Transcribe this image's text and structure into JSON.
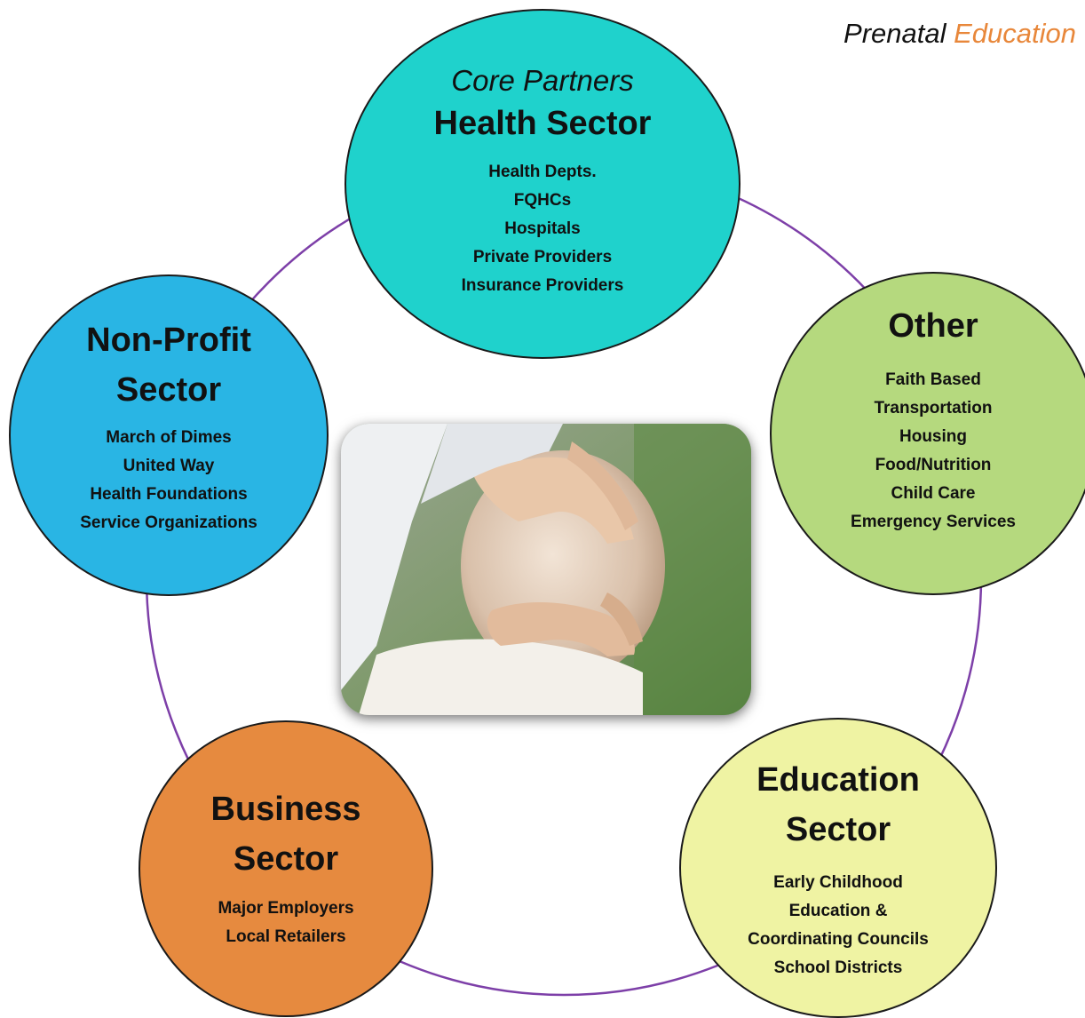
{
  "title": {
    "prefix": "Prenatal",
    "accent": "Education",
    "accent_color": "#e8873a"
  },
  "ring_color": "#7d3fa8",
  "nodes": {
    "health": {
      "superheading": "Core Partners",
      "heading": "Health Sector",
      "color": "#1fd2cc",
      "items": [
        "Health Depts.",
        "FQHCs",
        "Hospitals",
        "Private Providers",
        "Insurance Providers"
      ]
    },
    "nonprofit": {
      "heading_line1": "Non-Profit",
      "heading_line2": "Sector",
      "color": "#29b5e4",
      "items": [
        "March of Dimes",
        "United Way",
        "Health Foundations",
        "Service Organizations"
      ]
    },
    "other": {
      "heading": "Other",
      "color": "#b5d97e",
      "items": [
        "Faith Based",
        "Transportation",
        "Housing",
        "Food/Nutrition",
        "Child Care",
        "Emergency Services"
      ]
    },
    "business": {
      "heading_line1": "Business",
      "heading_line2": "Sector",
      "color": "#e68a3f",
      "items": [
        "Major Employers",
        "Local Retailers"
      ]
    },
    "education": {
      "heading_line1": "Education",
      "heading_line2": "Sector",
      "color": "#eff3a3",
      "items": [
        "Early Childhood",
        "Education &",
        "Coordinating Councils",
        "School Districts"
      ]
    }
  },
  "photo": {
    "subject": "pregnant-belly-photo"
  }
}
